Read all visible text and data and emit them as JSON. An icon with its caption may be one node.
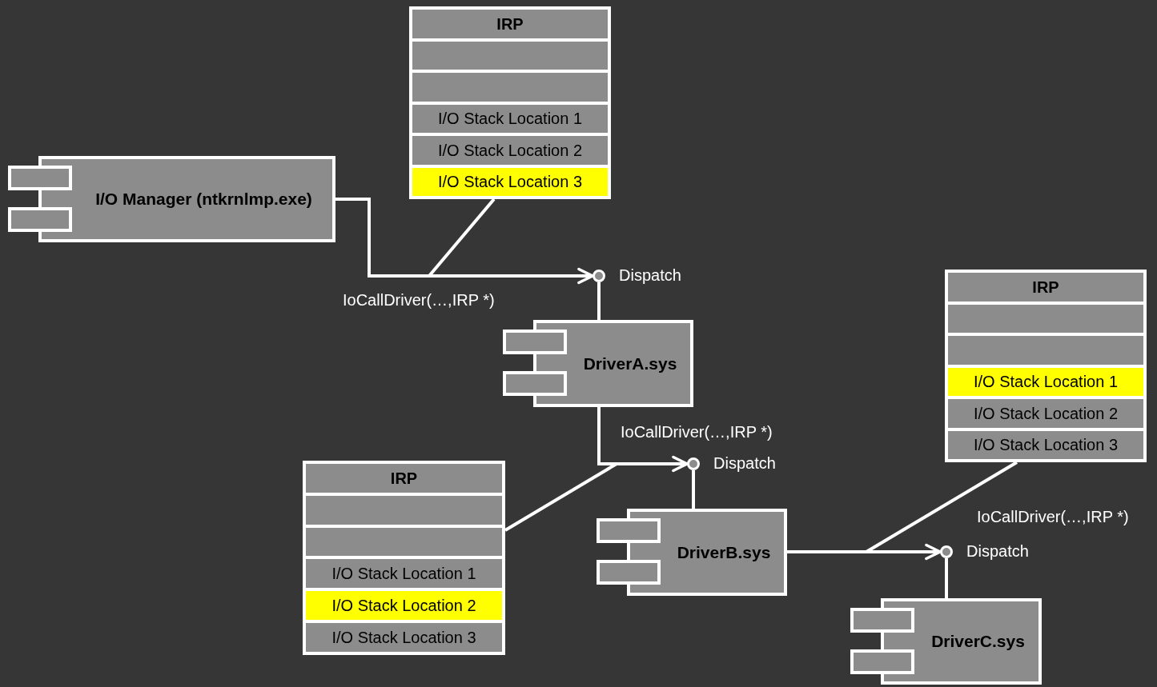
{
  "diagram": {
    "nodes": [
      {
        "text": [],
        "shape": "box"
      },
      {
        "text": [
          "IRP"
        ],
        "in": 0
      },
      {
        "text": [],
        "shape": "bar",
        "in": 0
      },
      {
        "text": [],
        "shape": "bar",
        "in": 0
      },
      {
        "text": [
          "I/O Stack Location 1"
        ],
        "in": 0
      },
      {
        "text": [
          "I/O Stack Location 2"
        ],
        "in": 0
      },
      {
        "text": [
          "I/O Stack Location 3"
        ],
        "in": 0
      },
      {
        "text": [
          "I/O Manager (ntkrnlmp.exe)"
        ]
      },
      {
        "text": [],
        "shape": "box"
      },
      {
        "text": [],
        "shape": "box"
      },
      {
        "text": [],
        "shape": "circle",
        "beside": [
          "Dispatch"
        ]
      },
      {
        "text": [],
        "shape": "box"
      },
      {
        "text": [
          "IRP"
        ],
        "in": 11
      },
      {
        "text": [],
        "shape": "bar",
        "in": 11
      },
      {
        "text": [],
        "shape": "bar",
        "in": 11
      },
      {
        "text": [
          "I/O Stack Location 1"
        ],
        "in": 11
      },
      {
        "text": [
          "I/O Stack Location 2"
        ],
        "in": 11
      },
      {
        "text": [
          "I/O Stack Location 3"
        ],
        "in": 11
      },
      {
        "text": [
          "DriverA.sys"
        ]
      },
      {
        "text": [],
        "shape": "box"
      },
      {
        "text": [],
        "shape": "box"
      },
      {
        "text": [],
        "shape": "circle",
        "beside": [
          "Dispatch"
        ]
      },
      {
        "text": [],
        "shape": "box"
      },
      {
        "text": [
          "IRP"
        ],
        "in": 22
      },
      {
        "text": [],
        "shape": "bar",
        "in": 22
      },
      {
        "text": [],
        "shape": "bar",
        "in": 22
      },
      {
        "text": [
          "I/O Stack Location 1"
        ],
        "in": 22
      },
      {
        "text": [
          "I/O Stack Location 2"
        ],
        "in": 22
      },
      {
        "text": [
          "I/O Stack Location 3"
        ],
        "in": 22
      },
      {
        "text": [
          "DriverB.sys"
        ]
      },
      {
        "text": [],
        "shape": "box"
      },
      {
        "text": [],
        "shape": "box"
      },
      {
        "text": [],
        "shape": "circle",
        "beside": [
          "Dispatch"
        ]
      },
      {
        "text": [
          "DriverC.sys"
        ]
      },
      {
        "text": [],
        "shape": "box"
      },
      {
        "text": [],
        "shape": "box"
      }
    ],
    "edges": [
      {
        "from": 7,
        "to": 10,
        "arrow": "to",
        "label": "IoCallDriver(…,IRP *)"
      },
      {
        "from": 10,
        "to": 18,
        "arrow": "none"
      },
      {
        "from": 18,
        "to": 21,
        "arrow": "to",
        "label": "IoCallDriver(…,IRP *)"
      },
      {
        "from": 21,
        "to": 29,
        "arrow": "none"
      },
      {
        "from": 29,
        "to": 32,
        "arrow": "to",
        "label": "IoCallDriver(…,IRP *)"
      },
      {
        "from": 32,
        "to": 33,
        "arrow": "none"
      },
      {
        "from": 0,
        "to": null,
        "arrow": "none"
      },
      {
        "from": 22,
        "to": null,
        "arrow": "none"
      },
      {
        "from": 11,
        "to": null,
        "arrow": "none"
      }
    ]
  }
}
